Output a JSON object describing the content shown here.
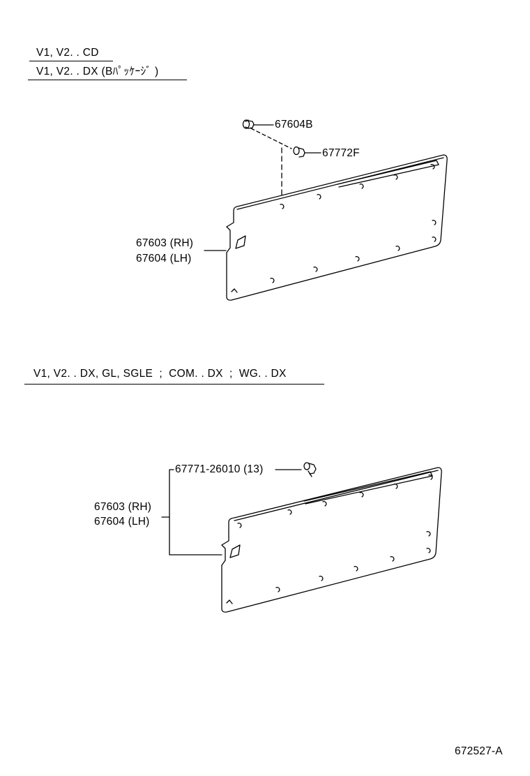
{
  "section1": {
    "headers": [
      "V1, V2. . CD",
      "V1, V2. . DX (Bﾊﾟｯｹｰｼﾞ )"
    ],
    "parts": {
      "clip_top": "67604B",
      "clip_second": "67772F",
      "panel_rh": "67603 (RH)",
      "panel_lh": "67604 (LH)"
    }
  },
  "section2": {
    "header": "V1, V2. . DX, GL, SGLE  ;  COM. . DX  ;  WG. . DX",
    "parts": {
      "clip": "67771-26010 (13)",
      "panel_rh": "67603 (RH)",
      "panel_lh": "67604 (LH)"
    }
  },
  "figure_id": "672527-A"
}
